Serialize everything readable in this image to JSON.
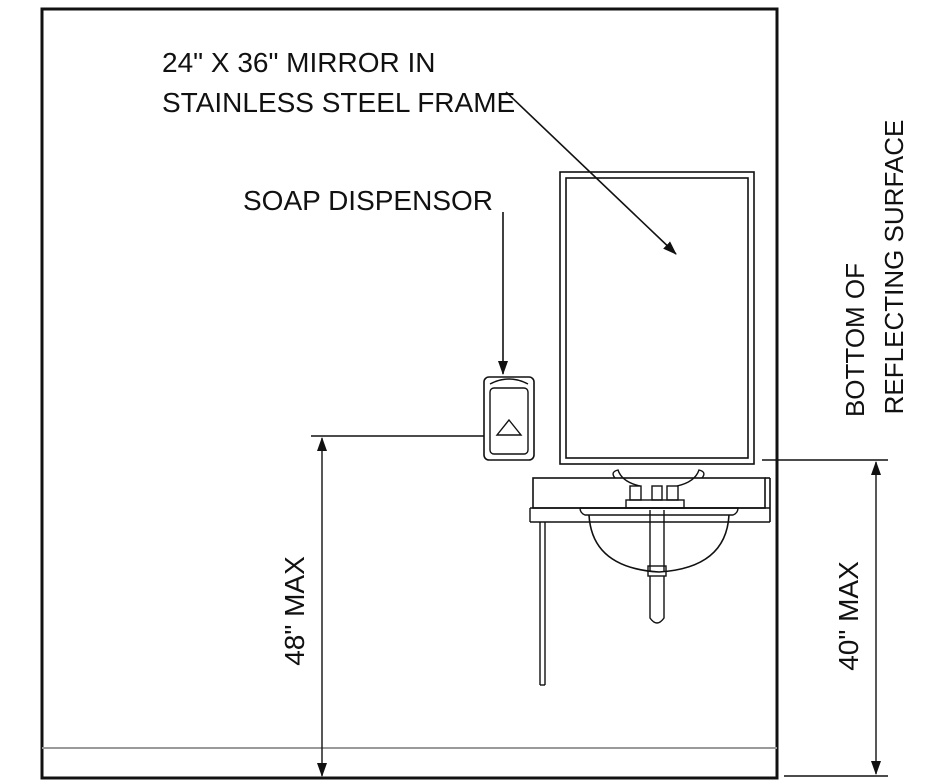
{
  "labels": {
    "mirror_line1": "24\" X 36\" MIRROR IN",
    "mirror_line2": "STAINLESS STEEL FRAME",
    "soap": "SOAP DISPENSOR",
    "reflect_line1": "BOTTOM OF",
    "reflect_line2": "REFLECTING SURFACE",
    "dim_48": "48\" MAX",
    "dim_40": "40\" MAX"
  },
  "colors": {
    "ink": "#111111",
    "floor": "#9a9a9a",
    "background": "#ffffff"
  }
}
